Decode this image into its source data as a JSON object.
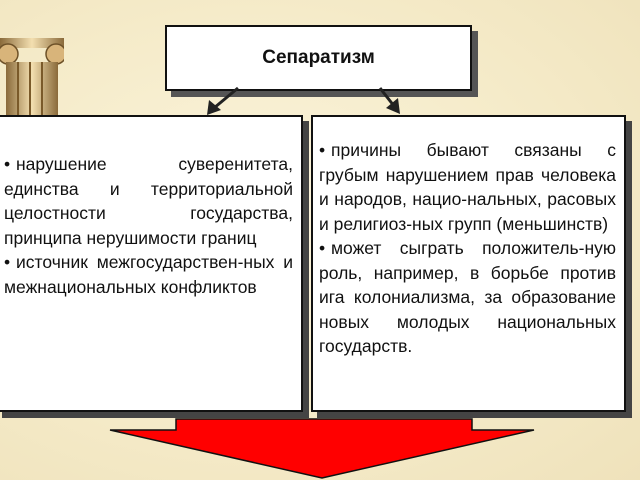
{
  "title": "Сепаратизм",
  "left_items": [
    "нарушение суверенитета, единства и территориальной целостности государства, принципа нерушимости границ",
    "источник межгосударствен-ных и межнациональных конфликтов"
  ],
  "right_items": [
    "причины бывают связаны с грубым нарушением прав человека и народов, нацио-нальных, расовых и религиоз-ных групп (меньшинств)",
    "может сыграть положитель-ную роль, например, в борьбе против ига колониализма, за образование новых молодых национальных государств."
  ],
  "bullet": "•",
  "colors": {
    "background": "#f5ebc9",
    "arrow_fill": "#ff0000",
    "column": "#c9a66b"
  }
}
